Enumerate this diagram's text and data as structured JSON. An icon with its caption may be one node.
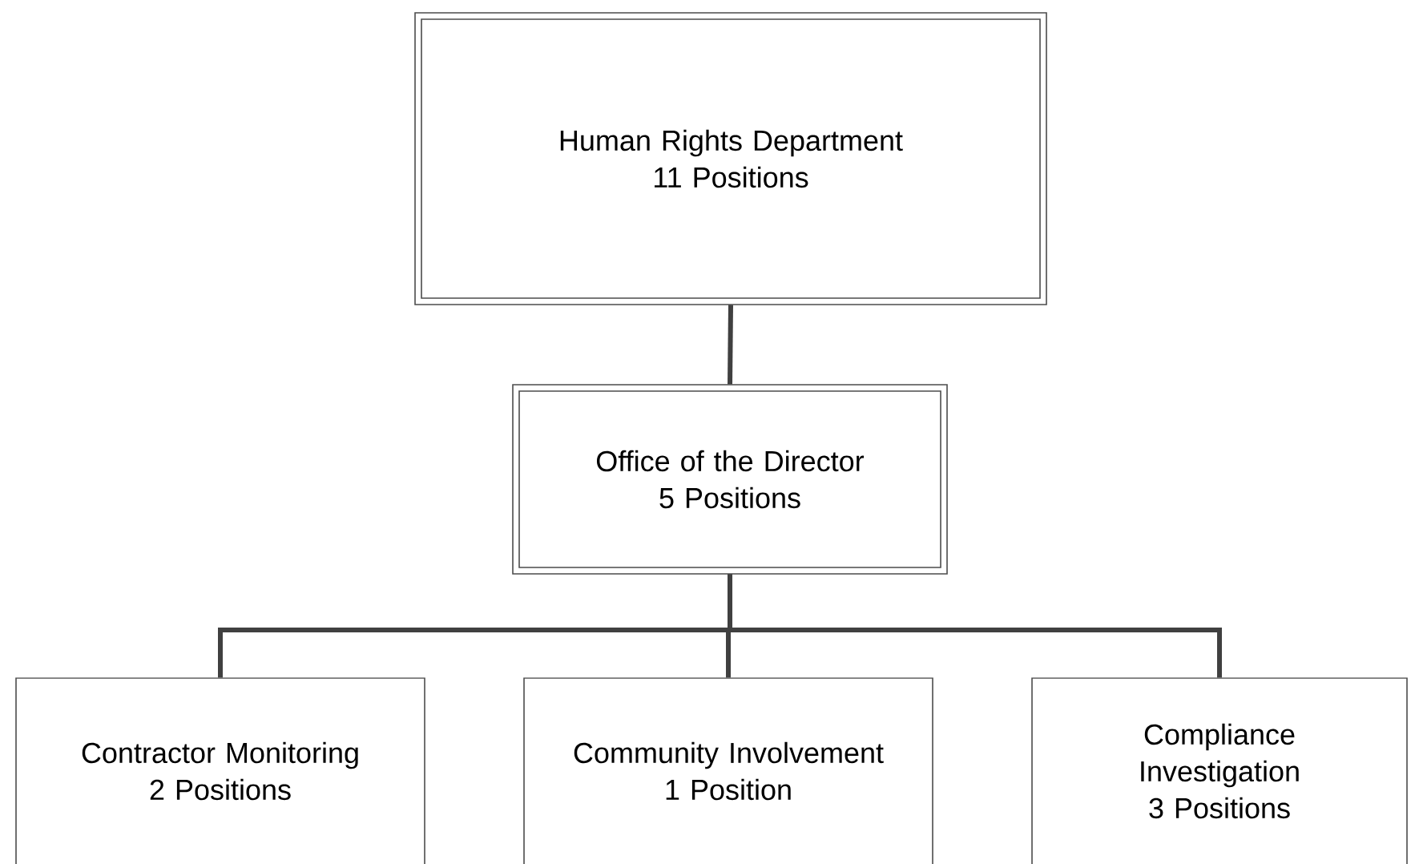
{
  "diagram": {
    "nodes": [
      {
        "text": [
          "Human Rights Department",
          "11 Positions"
        ]
      },
      {
        "text": [
          "Office of the Director",
          "5 Positions"
        ]
      },
      {
        "text": [
          "Contractor Monitoring",
          "2 Positions"
        ]
      },
      {
        "text": [
          "Community Involvement",
          "1 Position"
        ]
      },
      {
        "text": [
          "Compliance Investigation",
          "3 Positions"
        ]
      }
    ],
    "edges": [
      {
        "from": 0,
        "to": 1,
        "arrow": "none"
      },
      {
        "from": 1,
        "to": 2,
        "arrow": "none"
      },
      {
        "from": 1,
        "to": 3,
        "arrow": "none"
      },
      {
        "from": 1,
        "to": 4,
        "arrow": "none"
      }
    ]
  }
}
